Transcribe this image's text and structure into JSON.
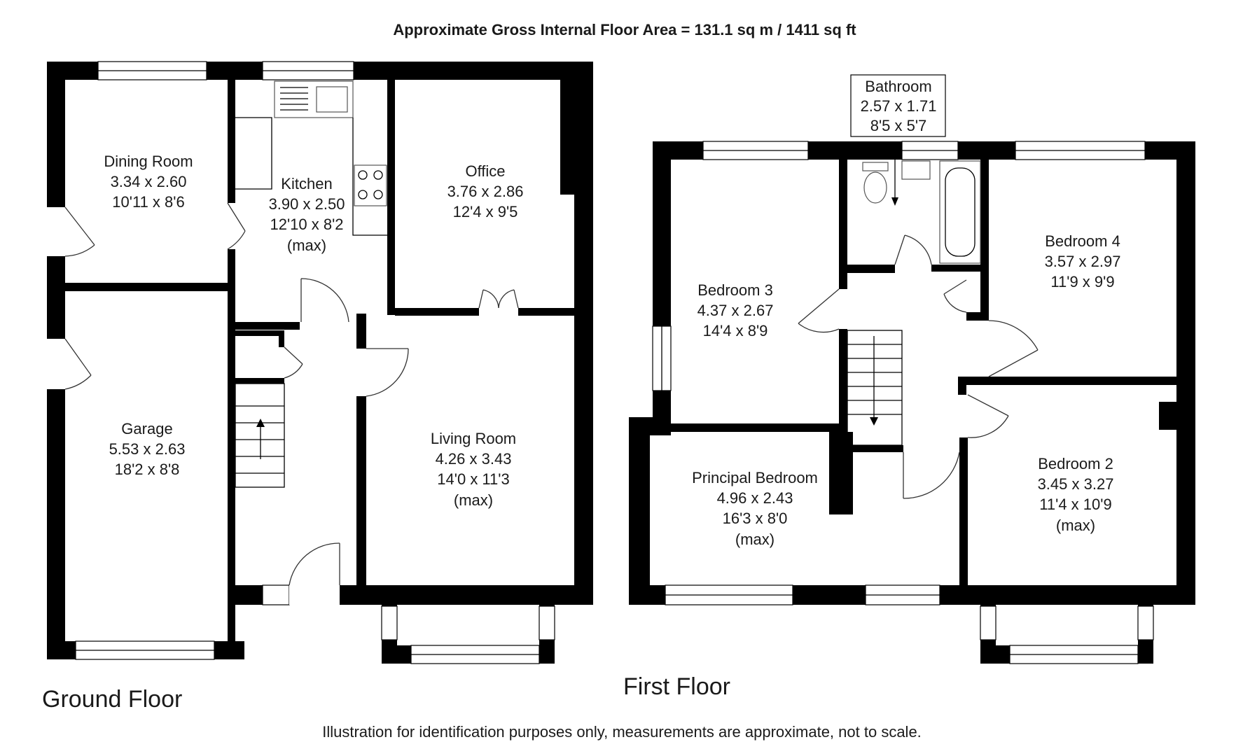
{
  "header": {
    "area_text": "Approximate Gross Internal Floor Area  = 131.1 sq m  / 1411 sq ft"
  },
  "floors": {
    "ground": "Ground Floor",
    "first": "First Floor"
  },
  "rooms": {
    "dining_room": {
      "name": "Dining Room",
      "metric": "3.34 x 2.60",
      "imperial": "10'11 x 8'6"
    },
    "kitchen": {
      "name": "Kitchen",
      "metric": "3.90 x 2.50",
      "imperial": "12'10 x 8'2",
      "note": "(max)"
    },
    "office": {
      "name": "Office",
      "metric": "3.76 x 2.86",
      "imperial": "12'4 x 9'5"
    },
    "garage": {
      "name": "Garage",
      "metric": "5.53 x 2.63",
      "imperial": "18'2 x 8'8"
    },
    "living_room": {
      "name": "Living Room",
      "metric": "4.26 x 3.43",
      "imperial": "14'0 x 11'3",
      "note": "(max)"
    },
    "bathroom": {
      "name": "Bathroom",
      "metric": "2.57 x 1.71",
      "imperial": "8'5 x 5'7"
    },
    "bedroom_3": {
      "name": "Bedroom 3",
      "metric": "4.37 x 2.67",
      "imperial": "14'4 x 8'9"
    },
    "bedroom_4": {
      "name": "Bedroom 4",
      "metric": "3.57 x 2.97",
      "imperial": "11'9 x 9'9"
    },
    "principal_bedroom": {
      "name": "Principal Bedroom",
      "metric": "4.96 x 2.43",
      "imperial": "16'3 x 8'0",
      "note": "(max)"
    },
    "bedroom_2": {
      "name": "Bedroom 2",
      "metric": "3.45 x 3.27",
      "imperial": "11'4 x 10'9",
      "note": "(max)"
    }
  },
  "footer": {
    "disclaimer": "Illustration for identification purposes only, measurements are approximate, not to scale."
  },
  "colors": {
    "walls": "#000000",
    "background": "#ffffff",
    "text": "#1a1a1a"
  }
}
